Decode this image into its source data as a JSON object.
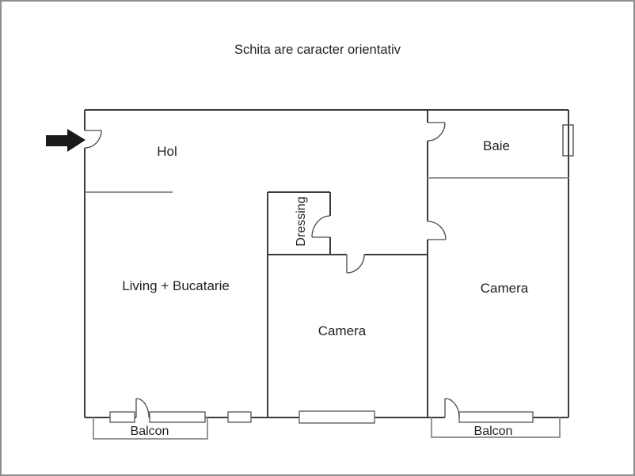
{
  "title": "Schita are caracter orientativ",
  "rooms": {
    "hol": {
      "label": "Hol"
    },
    "baie": {
      "label": "Baie"
    },
    "dressing": {
      "label": "Dressing"
    },
    "living": {
      "label": "Living + Bucatarie"
    },
    "camera_middle": {
      "label": "Camera"
    },
    "camera_right": {
      "label": "Camera"
    },
    "balcon_left": {
      "label": "Balcon"
    },
    "balcon_right": {
      "label": "Balcon"
    }
  },
  "icons": {
    "entrance_arrow": "right-arrow-icon",
    "door_symbols": [
      "entrance-door",
      "baie-door",
      "camera-right-door",
      "dressing-door",
      "camera-middle-door",
      "balcon-left-door",
      "balcon-right-door"
    ],
    "window_count": 6
  },
  "colors": {
    "wall": "#3b3b3b",
    "secondary_wall": "#969696",
    "window_outline": "#6b6b6b",
    "door_line": "#4a4a4a",
    "text": "#231f20",
    "entrance_arrow": "#1a1a1a",
    "frame_border": "#8e8e8e",
    "background": "#ffffff"
  }
}
